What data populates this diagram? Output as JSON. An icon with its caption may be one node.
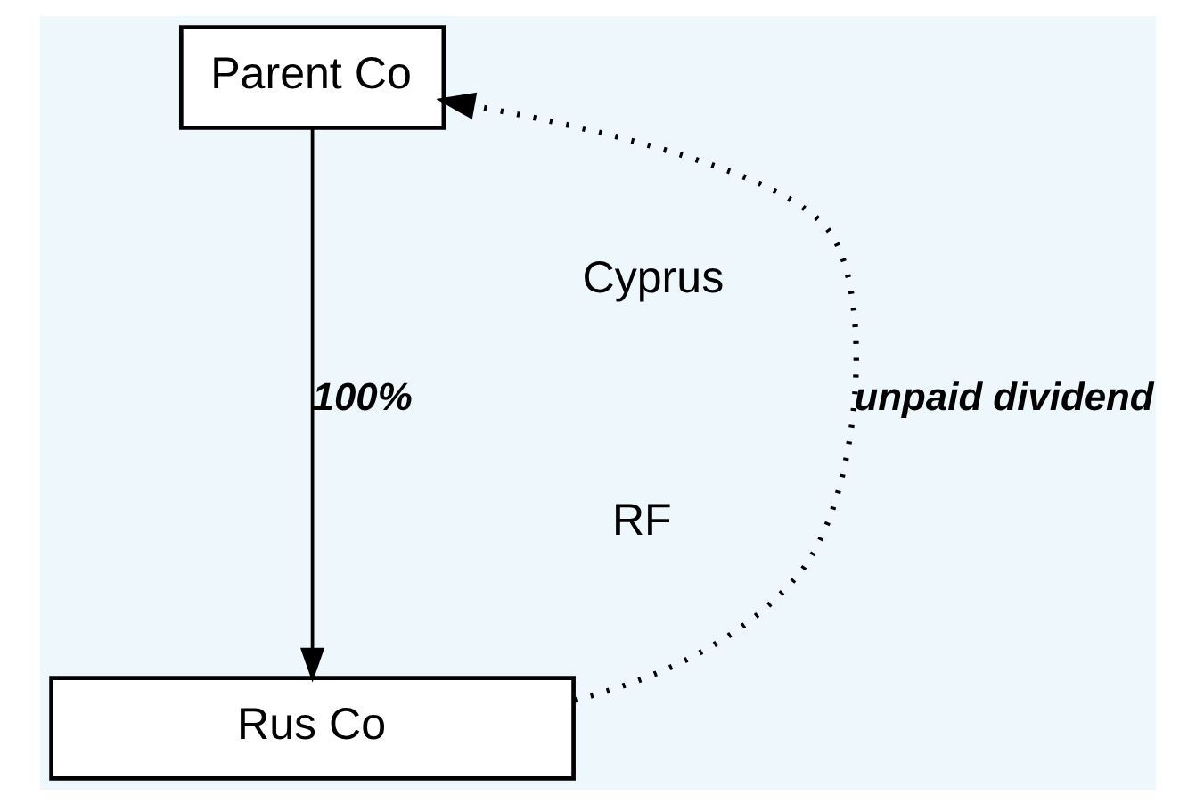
{
  "diagram": {
    "nodes": [
      {
        "text": [
          "Parent Co"
        ]
      },
      {
        "text": [
          "Rus Co"
        ]
      }
    ],
    "edges": [
      {
        "from": 0,
        "to": 1,
        "arrow": "to",
        "label": "100%"
      },
      {
        "from": 1,
        "to": 0,
        "arrow": "to",
        "label": "unpaid dividend",
        "style": "dashed"
      }
    ],
    "labels": [
      "Cyprus",
      "RF"
    ]
  }
}
